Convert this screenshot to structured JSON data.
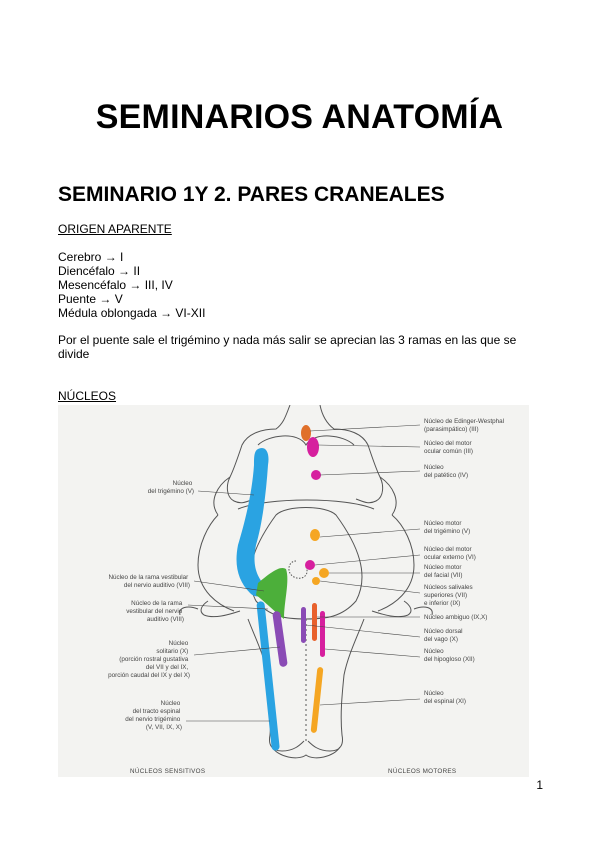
{
  "title": "SEMINARIOS ANATOMÍA",
  "section_title": "SEMINARIO 1Y 2.  PARES CRANEALES",
  "origin_heading": "ORIGEN APARENTE ",
  "origin_items": [
    "Cerebro → I",
    "Diencéfalo → II",
    "Mesencéfalo → III, IV",
    "Puente → V",
    "Médula oblongada → VI-XII"
  ],
  "paragraph": "Por el puente sale el trigémino y nada más salir se aprecian las 3 ramas en las que se divide",
  "nuclei_heading": "NÚCLEOS ",
  "figure": {
    "left_labels": [
      [
        "Núcleo",
        "del trigémino (V)"
      ],
      [
        "Núcleo de la rama vestibular",
        "del nervio auditivo (VIII)"
      ],
      [
        "Núcleo de la rama",
        "vestibular del nervio",
        "auditivo (VIII)"
      ],
      [
        "Núcleo",
        "solitario (X)",
        "(porción rostral gustativa",
        "del VII y del IX,",
        "porción caudal del IX y del X)"
      ],
      [
        "Núcleo",
        "del tracto espinal",
        "del nervio trigémino",
        "(V, VII, IX, X)"
      ]
    ],
    "right_labels": [
      [
        "Núcleo de Edinger-Westphal",
        "(parasimpático) (III)"
      ],
      [
        "Núcleo del motor",
        "ocular común (III)"
      ],
      [
        "Núcleo",
        "del patético (IV)"
      ],
      [
        "Núcleo motor",
        "del trigémino (V)"
      ],
      [
        "Núcleo del motor",
        "ocular externo (VI)"
      ],
      [
        "Núcleo motor",
        "del facial (VII)"
      ],
      [
        "Núcleos salivales",
        "superiores (VII)",
        "e inferior (IX)"
      ],
      [
        "Núcleo ambiguo (IX,X)"
      ],
      [
        "Núcleo dorsal",
        "del vago (X)"
      ],
      [
        "Núcleo",
        "del hipogloso (XII)"
      ],
      [
        "Núcleo",
        "del espinal (XI)"
      ]
    ],
    "footer_left": "NÚCLEOS SENSITIVOS",
    "footer_right": "NÚCLEOS MOTORES",
    "colors": {
      "sensory_trigeminal": "#2aa3e2",
      "vestibular": "#4caf3a",
      "solitary": "#8a4bb5",
      "edinger_westphal": "#e0702a",
      "motor_magenta": "#d61f9e",
      "motor_orange": "#f5a623",
      "ambiguous": "#e8612c"
    }
  },
  "page_number": "1"
}
